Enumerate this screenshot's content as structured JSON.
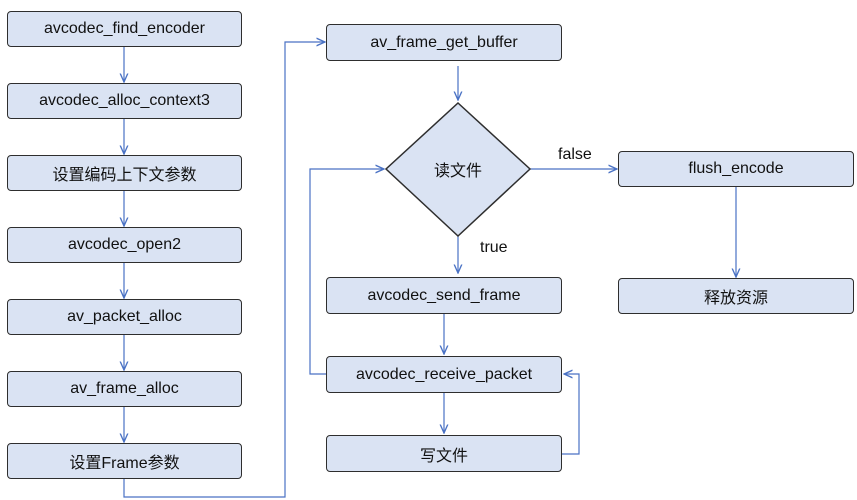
{
  "colors": {
    "node_fill": "#dae3f3",
    "node_border": "#2e2e2e",
    "arrow": "#4a72c4"
  },
  "left_column": [
    "avcodec_find_encoder",
    "avcodec_alloc_context3",
    "设置编码上下文参数",
    "avcodec_open2",
    "av_packet_alloc",
    "av_frame_alloc",
    "设置Frame参数"
  ],
  "middle": {
    "get_buffer": "av_frame_get_buffer",
    "decision": "读文件",
    "send_frame": "avcodec_send_frame",
    "receive_packet": "avcodec_receive_packet",
    "write_file": "写文件"
  },
  "right": {
    "flush": "flush_encode",
    "release": "释放资源"
  },
  "edge_labels": {
    "false": "false",
    "true": "true"
  }
}
